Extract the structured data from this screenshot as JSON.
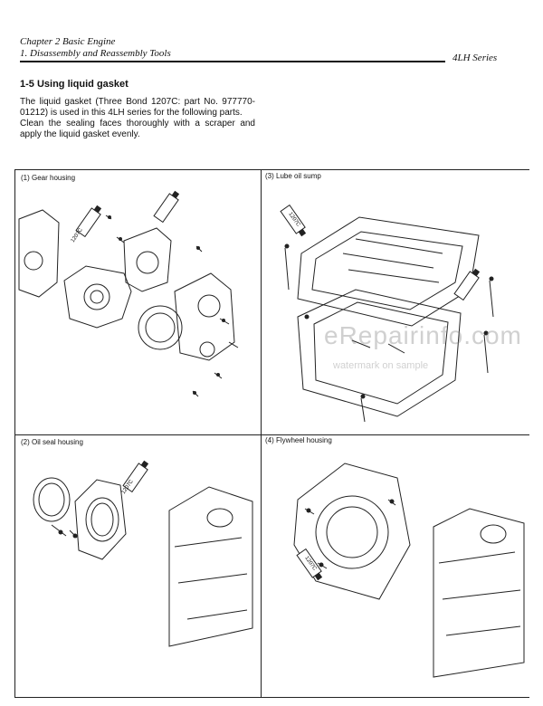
{
  "header": {
    "chapter_line": "Chapter 2  Basic Engine",
    "section_line": "1.  Disassembly and Reassembly Tools",
    "series": "4LH Series"
  },
  "section": {
    "title": "1-5 Using liquid gasket",
    "paragraph1": "The liquid gasket (Three Bond 1207C: part No. 977770-01212) is used in this 4LH series for the following parts.",
    "paragraph2": "Clean the sealing faces thoroughly with a scraper and apply the liquid gasket evenly."
  },
  "panels": [
    {
      "caption": "(1)  Gear housing",
      "tube_label": "1207C"
    },
    {
      "caption": "(3)  Lube oil sump",
      "tube_label": "1207C"
    },
    {
      "caption": "(2)  Oil seal housing",
      "tube_label": "1207C"
    },
    {
      "caption": "(4)  Flywheel housing",
      "tube_label": "1207C"
    }
  ],
  "watermark": {
    "line1": "eRepairinfo.com",
    "line2": "watermark on sample"
  }
}
